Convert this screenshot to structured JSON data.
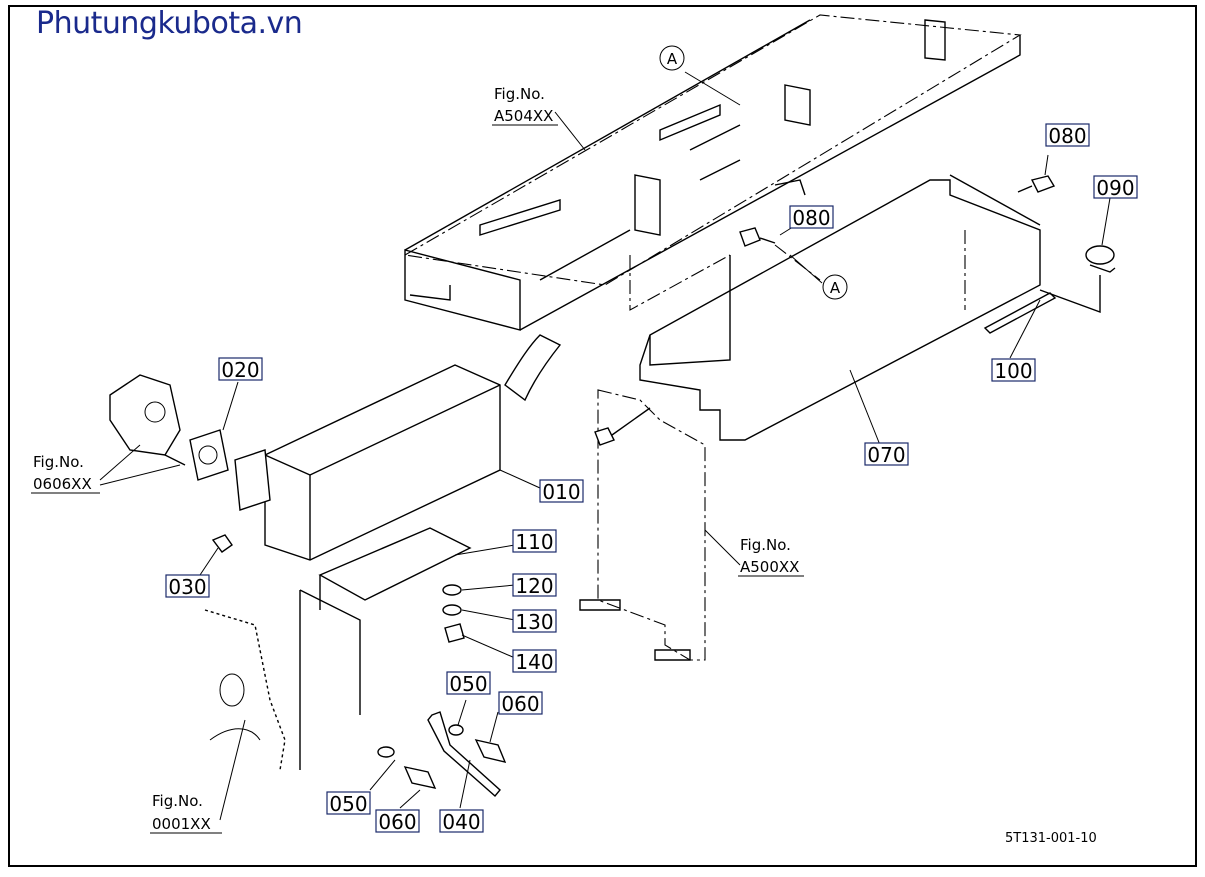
{
  "watermark": {
    "text": "Phutungkubota.vn",
    "color": "#1a2a8c"
  },
  "drawing_code": "5T131-001-10",
  "figure_refs": [
    {
      "id": "a504",
      "line1": "Fig.No.",
      "line2": "A504XX"
    },
    {
      "id": "a500",
      "line1": "Fig.No.",
      "line2": "A500XX"
    },
    {
      "id": "0606",
      "line1": "Fig.No.",
      "line2": "0606XX"
    },
    {
      "id": "0001",
      "line1": "Fig.No.",
      "line2": "0001XX"
    }
  ],
  "callout_marker": "A",
  "parts": [
    {
      "key": "p010",
      "code": "010"
    },
    {
      "key": "p020",
      "code": "020"
    },
    {
      "key": "p030",
      "code": "030"
    },
    {
      "key": "p040",
      "code": "040"
    },
    {
      "key": "p050a",
      "code": "050"
    },
    {
      "key": "p050b",
      "code": "050"
    },
    {
      "key": "p060a",
      "code": "060"
    },
    {
      "key": "p060b",
      "code": "060"
    },
    {
      "key": "p070",
      "code": "070"
    },
    {
      "key": "p080a",
      "code": "080"
    },
    {
      "key": "p080b",
      "code": "080"
    },
    {
      "key": "p090",
      "code": "090"
    },
    {
      "key": "p100",
      "code": "100"
    },
    {
      "key": "p110",
      "code": "110"
    },
    {
      "key": "p120",
      "code": "120"
    },
    {
      "key": "p130",
      "code": "130"
    },
    {
      "key": "p140",
      "code": "140"
    }
  ],
  "colors": {
    "label_box": "#1a2a6a",
    "line": "#000000"
  }
}
